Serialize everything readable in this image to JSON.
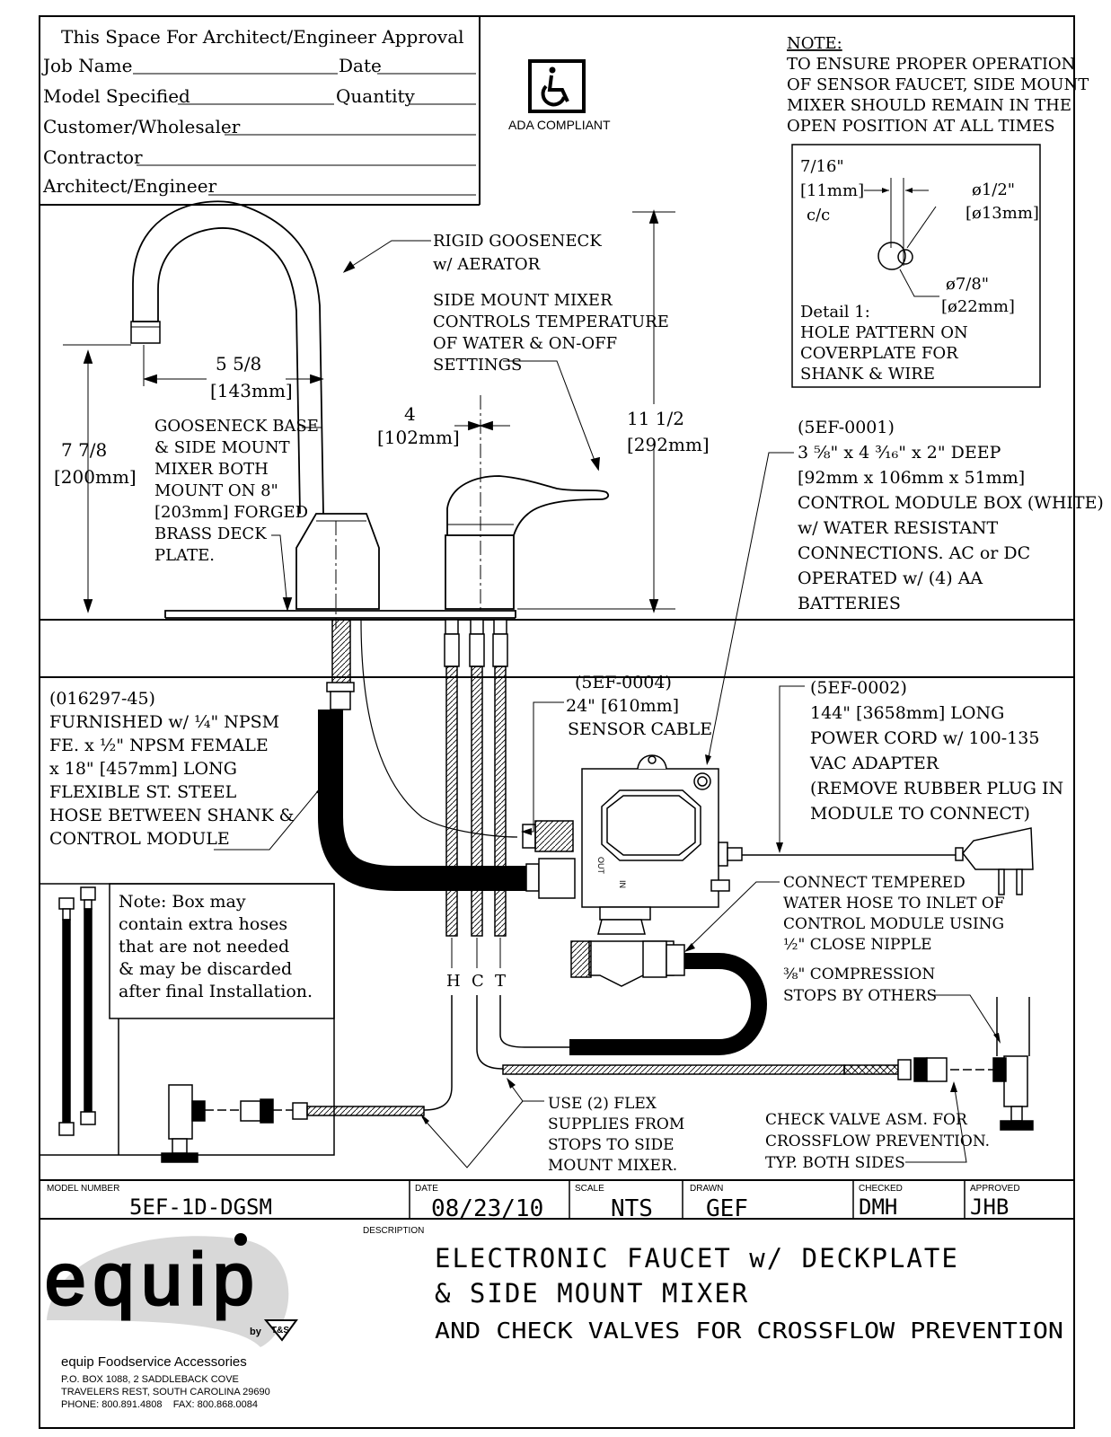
{
  "approval_block": {
    "heading": "This Space For Architect/Engineer Approval",
    "fields": [
      "Job Name",
      "Date",
      "Model Specified",
      "Quantity",
      "Customer/Wholesaler",
      "Contractor",
      "Architect/Engineer"
    ]
  },
  "ada": {
    "label": "ADA COMPLIANT",
    "icon": "wheelchair-icon"
  },
  "note_top": {
    "title": "NOTE:",
    "lines": [
      "TO ENSURE PROPER OPERATION",
      "OF SENSOR FAUCET, SIDE MOUNT",
      "MIXER SHOULD REMAIN IN THE",
      "OPEN POSITION AT ALL TIMES"
    ]
  },
  "detail1": {
    "spacing": [
      "7/16\"",
      "[11mm]",
      "c/c"
    ],
    "small_hole": [
      "ø1/2\"",
      "[ø13mm]"
    ],
    "large_hole": [
      "ø7/8\"",
      "[ø22mm]"
    ],
    "caption": [
      "Detail 1:",
      "HOLE PATTERN ON",
      "COVERPLATE FOR",
      "SHANK & WIRE"
    ]
  },
  "callouts": {
    "gooseneck": [
      "RIGID GOOSENECK",
      "w/ AERATOR"
    ],
    "mixer": [
      "SIDE MOUNT MIXER",
      "CONTROLS TEMPERATURE",
      "OF WATER & ON-OFF",
      "SETTINGS"
    ],
    "reach": [
      "5 5/8",
      "[143mm]"
    ],
    "centers": [
      "4",
      "[102mm]"
    ],
    "height_total": [
      "11 1/2",
      "[292mm]"
    ],
    "height_spout": [
      "7 7/8",
      "[200mm]"
    ],
    "deckplate": [
      "GOOSENECK BASE",
      "& SIDE MOUNT",
      "MIXER BOTH",
      "MOUNT ON 8\"",
      "[203mm] FORGED",
      "BRASS DECK",
      "PLATE."
    ],
    "control_box": [
      "(5EF-0001)",
      "3 ⅝\" x 4 ³⁄₁₆\" x 2\" DEEP",
      "[92mm x 106mm x 51mm]",
      "CONTROL MODULE BOX (WHITE)",
      "w/ WATER RESISTANT",
      "CONNECTIONS. AC or DC",
      "OPERATED w/ (4) AA",
      "BATTERIES"
    ],
    "flex_hose": [
      "(016297-45)",
      "FURNISHED w/ ¼\" NPSM",
      "FE. x ½\" NPSM FEMALE",
      "x 18\" [457mm] LONG",
      "FLEXIBLE ST. STEEL",
      "HOSE BETWEEN SHANK &",
      "CONTROL MODULE"
    ],
    "sensor_cable": [
      "(5EF-0004)",
      "24\" [610mm]",
      "SENSOR CABLE"
    ],
    "power_cord": [
      "(5EF-0002)",
      "144\" [3658mm] LONG",
      "POWER CORD w/ 100-135",
      "VAC ADAPTER",
      "(REMOVE RUBBER PLUG IN",
      "MODULE TO CONNECT)"
    ],
    "box_note": [
      "Note: Box may",
      "contain extra hoses",
      "that are not needed",
      "& may be discarded",
      "after final Installation."
    ],
    "tempered": [
      "CONNECT TEMPERED",
      "WATER HOSE TO INLET OF",
      "CONTROL MODULE USING",
      "½\" CLOSE NIPPLE"
    ],
    "stops": [
      "⅜\" COMPRESSION",
      "STOPS BY OTHERS"
    ],
    "flex_supplies": [
      "USE (2) FLEX",
      "SUPPLIES FROM",
      "STOPS TO SIDE",
      "MOUNT MIXER."
    ],
    "check_valve": [
      "CHECK VALVE ASM. FOR",
      "CROSSFLOW PREVENTION.",
      "TYP. BOTH SIDES"
    ],
    "hct": [
      "H",
      "C",
      "T"
    ],
    "module_marks": [
      "OUT",
      "IN"
    ]
  },
  "title_block": {
    "model_label": "MODEL NUMBER",
    "model": "5EF-1D-DGSM",
    "date_label": "DATE",
    "date": "08/23/10",
    "scale_label": "SCALE",
    "scale": "NTS",
    "drawn_label": "DRAWN",
    "drawn": "GEF",
    "checked_label": "CHECKED",
    "checked": "DMH",
    "approved_label": "APPROVED",
    "approved": "JHB",
    "description_label": "DESCRIPTION",
    "description": [
      "ELECTRONIC FAUCET w/ DECKPLATE",
      "& SIDE MOUNT MIXER",
      "AND CHECK VALVES FOR CROSSFLOW PREVENTION"
    ]
  },
  "company": {
    "logo": "equip",
    "by": "by",
    "ts": "T&S",
    "name": "equip Foodservice Accessories",
    "address": [
      "P.O. BOX 1088, 2 SADDLEBACK COVE",
      "TRAVELERS REST, SOUTH CAROLINA 29690",
      "PHONE: 800.891.4808    FAX: 800.868.0084"
    ]
  }
}
